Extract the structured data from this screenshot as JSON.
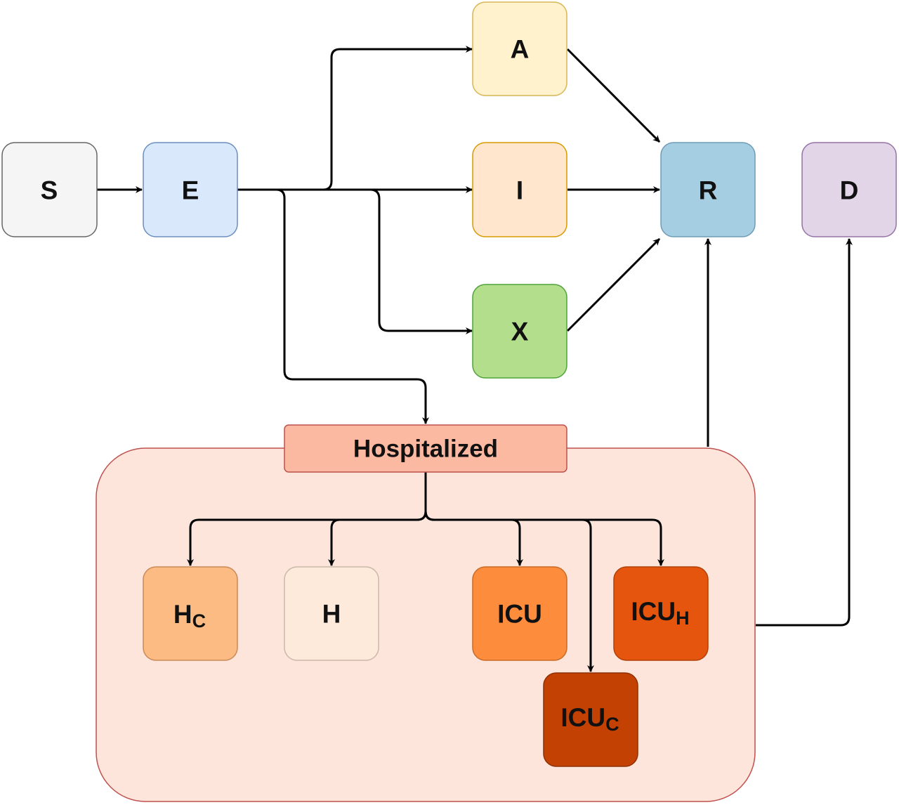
{
  "nodes": {
    "S": {
      "label": "S",
      "fill": "#f5f5f5",
      "stroke": "#666666"
    },
    "E": {
      "label": "E",
      "fill": "#dae8fc",
      "stroke": "#6c8ebf"
    },
    "A": {
      "label": "A",
      "fill": "#fff2cc",
      "stroke": "#d6b656"
    },
    "I": {
      "label": "I",
      "fill": "#ffe6cc",
      "stroke": "#d79b00"
    },
    "X": {
      "label": "X",
      "fill": "#b3df8c",
      "stroke": "#4fa33a"
    },
    "R": {
      "label": "R",
      "fill": "#a6cee3",
      "stroke": "#6f9bb5"
    },
    "D": {
      "label": "D",
      "fill": "#e1d5e7",
      "stroke": "#9673a6"
    },
    "HC": {
      "label": "H",
      "sub": "C",
      "fill": "#fdbb84",
      "stroke": "#c98a57"
    },
    "H": {
      "label": "H",
      "fill": "#feeadb",
      "stroke": "#c9b8a8"
    },
    "ICU": {
      "label": "ICU",
      "fill": "#fd8d3c",
      "stroke": "#c96a25"
    },
    "ICUH": {
      "label": "ICU",
      "sub": "H",
      "fill": "#e6550d",
      "stroke": "#b04008"
    },
    "ICUC": {
      "label": "ICU",
      "sub": "C",
      "fill": "#c44104",
      "stroke": "#8f2f02"
    }
  },
  "hospitalized": {
    "label": "Hospitalized",
    "header_fill": "#fbb9a1",
    "header_stroke": "#c0504d",
    "container_fill": "#fde5dc",
    "container_stroke": "#c0504d"
  },
  "edges": [
    "S->E",
    "E->A",
    "E->I",
    "E->X",
    "E->Hospitalized",
    "A->R",
    "I->R",
    "X->R",
    "Hospitalized->R",
    "Hospitalized->D",
    "Hospitalized->HC",
    "Hospitalized->H",
    "Hospitalized->ICU",
    "Hospitalized->ICUH",
    "Hospitalized->ICUC"
  ]
}
